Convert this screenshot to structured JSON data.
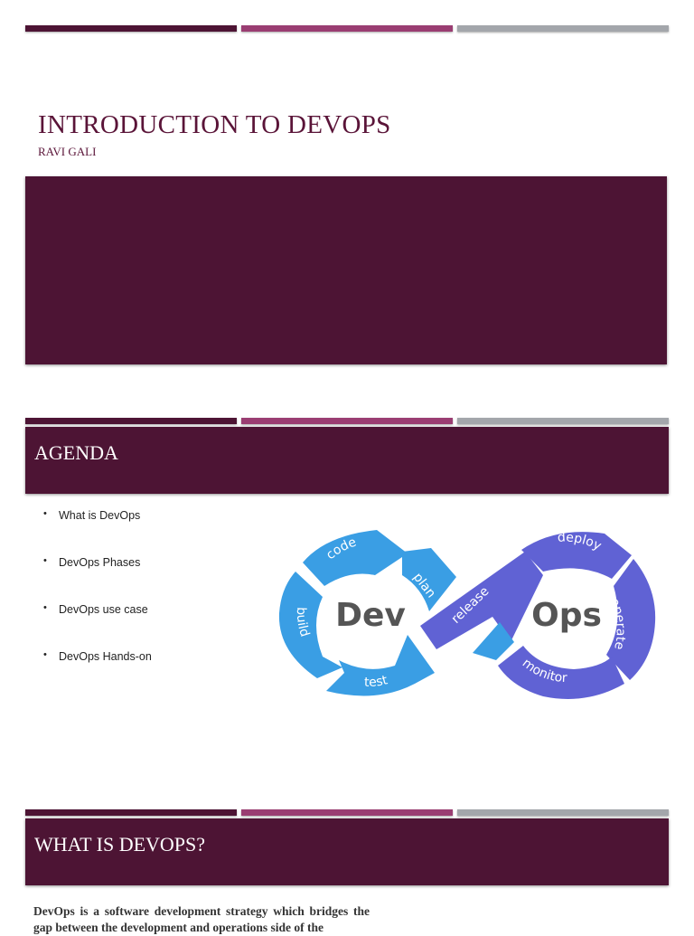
{
  "colors": {
    "primary": "#4d1434",
    "accent": "#9a3d72",
    "neutral": "#a3a6ab",
    "title_text": "#5a1438",
    "dev_blue": "#3a9ee4",
    "ops_purple": "#6062d4",
    "logo_text": "#555555"
  },
  "slide1": {
    "title": "INTRODUCTION TO DEVOPS",
    "author": "RAVI GALI"
  },
  "slide2": {
    "header": "AGENDA",
    "items": [
      "What is DevOps",
      "DevOps Phases",
      "DevOps use case",
      "DevOps Hands-on"
    ],
    "logo": {
      "dev": "Dev",
      "ops": "Ops",
      "phases": {
        "code": "code",
        "plan": "plan",
        "build": "build",
        "test": "test",
        "release": "release",
        "deploy": "deploy",
        "operate": "operate",
        "monitor": "monitor"
      }
    }
  },
  "slide3": {
    "header": "WHAT IS DEVOPS?",
    "body": "DevOps is a software development strategy which bridges the gap between the development and operations side of the"
  }
}
